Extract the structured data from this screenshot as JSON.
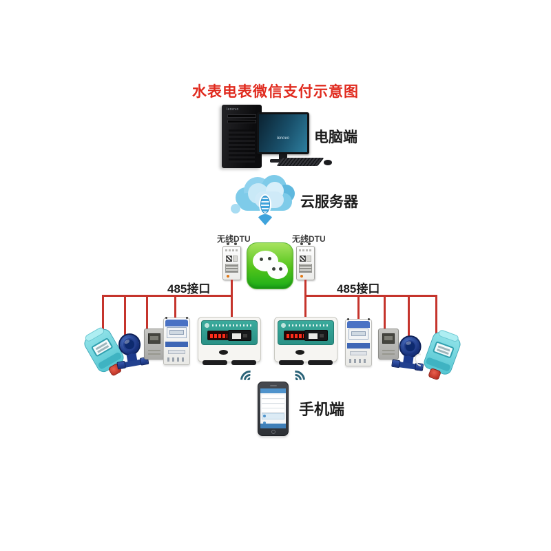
{
  "title": "水表电表微信支付示意图",
  "labels": {
    "computer": "电脑端",
    "cloud_server": "云服务器",
    "wireless_dtu_left": "无线DTU",
    "wireless_dtu_right": "无线DTU",
    "rs485_left": "485接口",
    "rs485_right": "485接口",
    "mobile": "手机端"
  },
  "computer": {
    "brand": "lenovo"
  },
  "colors": {
    "title_red": "#e02a1e",
    "line_red": "#c5342c",
    "label_black": "#1c1c1c",
    "wechat_green_light": "#a7e35f",
    "wechat_green_dark": "#1aad19",
    "cloud_blue": "#7ecbe9",
    "cloud_blue_light": "#c9e9f7",
    "arrow_blue": "#3fa3dc",
    "panel_teal": "#2a9186",
    "led_red": "#ff2d1a",
    "meter_blue": "#4a72c4",
    "water_meter_navy": "#16307a",
    "smart_meter_teal": "#55c6d2",
    "cap_red": "#b02318",
    "phone_blue": "#4f93cc"
  }
}
